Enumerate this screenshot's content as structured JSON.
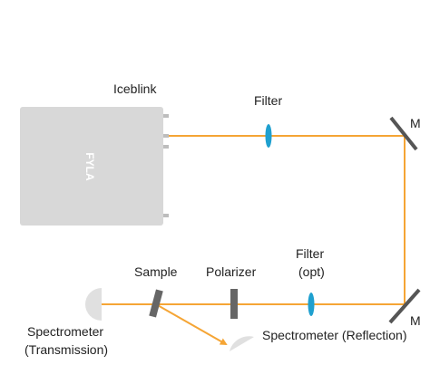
{
  "labels": {
    "laser": "Iceblink",
    "laser_logo": "FYLA",
    "filter_top": "Filter",
    "filter_opt_line1": "Filter",
    "filter_opt_line2": "(opt)",
    "mirror_top": "M",
    "mirror_bottom": "M",
    "sample": "Sample",
    "polarizer": "Polarizer",
    "spectrometer_transmission_line1": "Spectrometer",
    "spectrometer_transmission_line2": "(Transmission)",
    "spectrometer_reflection": "Spectrometer (Reflection)"
  },
  "colors": {
    "beam": "#f5a535",
    "optic": "#1fa0cf",
    "laser_body": "#d8d8d8",
    "mirror": "#555555",
    "polarizer": "#666666",
    "spectrometer": "#e0e0e0",
    "text": "#222222"
  }
}
